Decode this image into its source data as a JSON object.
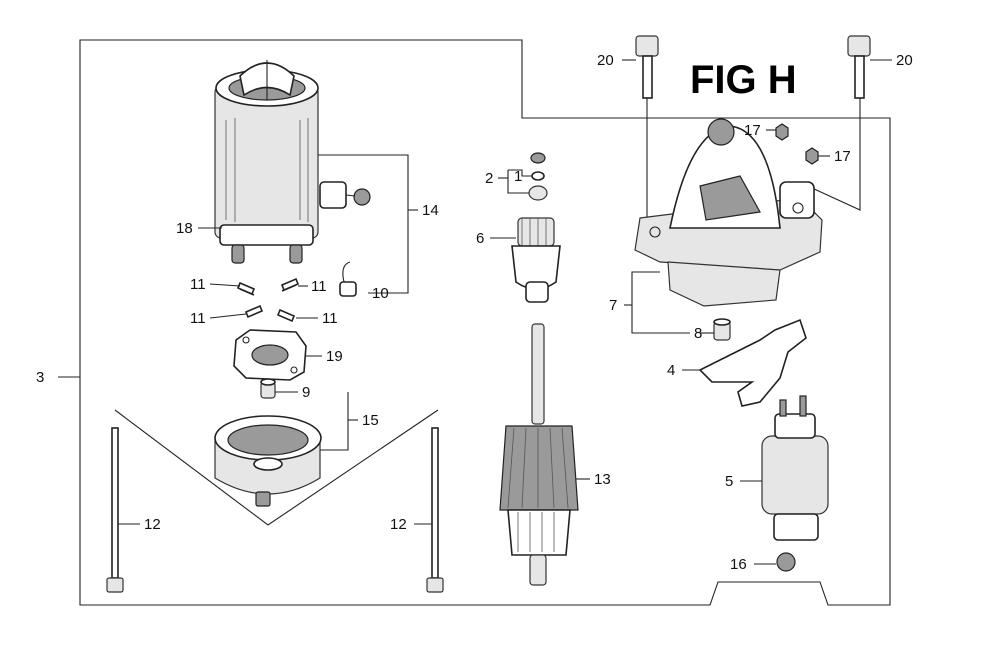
{
  "title": "FIG H",
  "callouts": {
    "c1": "1",
    "c2": "2",
    "c3": "3",
    "c4": "4",
    "c5": "5",
    "c6": "6",
    "c7": "7",
    "c8": "8",
    "c9": "9",
    "c10": "10",
    "c11a": "11",
    "c11b": "11",
    "c11c": "11",
    "c11d": "11",
    "c12a": "12",
    "c12b": "12",
    "c13": "13",
    "c14": "14",
    "c15": "15",
    "c16": "16",
    "c17a": "17",
    "c17b": "17",
    "c18": "18",
    "c19": "19",
    "c20a": "20",
    "c20b": "20"
  }
}
